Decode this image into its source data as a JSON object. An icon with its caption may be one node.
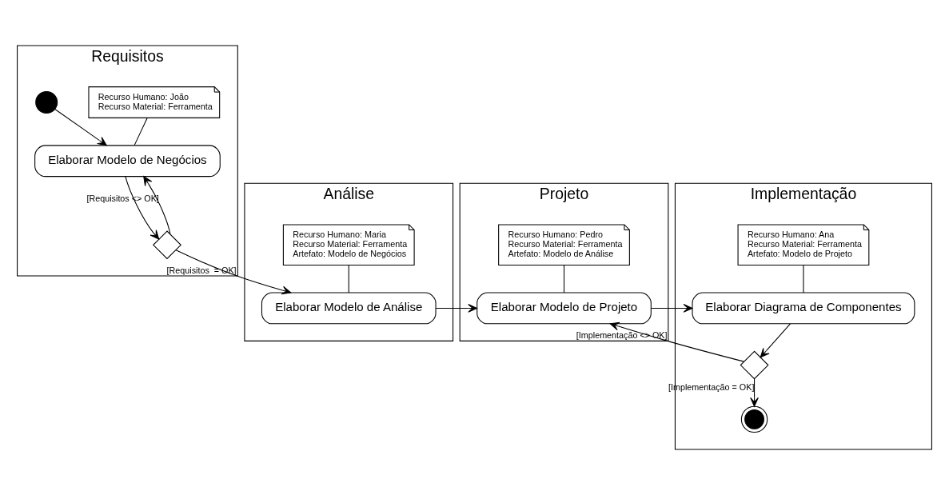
{
  "diagram": {
    "nodes": [
      {
        "text": [
          "Requisitos"
        ]
      },
      {
        "text": [
          "Análise"
        ]
      },
      {
        "text": [
          "Projeto"
        ]
      },
      {
        "text": [
          "Implementação"
        ]
      },
      {
        "text": [
          "Recurso Humano: João",
          "Recurso Material: Ferramenta"
        ],
        "in": 0
      },
      {
        "text": [],
        "shape": "circle",
        "in": 0
      },
      {
        "text": [
          "Elaborar Modelo de Negócios"
        ],
        "in": 0
      },
      {
        "text": [],
        "shape": "diamond",
        "in": 0
      },
      {
        "text": [
          "Recurso Humano: Maria",
          "Recurso Material: Ferramenta",
          "Artefato: Modelo de Negócios"
        ],
        "in": 1
      },
      {
        "text": [
          "Elaborar Modelo de Análise"
        ],
        "in": 1
      },
      {
        "text": [
          "Recurso Humano: Pedro",
          "Recurso Material: Ferramenta",
          "Artefato: Modelo de Análise"
        ],
        "in": 2
      },
      {
        "text": [
          "Elaborar Modelo de Projeto"
        ],
        "in": 2
      },
      {
        "text": [
          "Recurso Humano: Ana",
          "Recurso Material: Ferramenta",
          "Artefato: Modelo de Projeto"
        ],
        "in": 3
      },
      {
        "text": [
          "Elaborar Diagrama de Componentes"
        ],
        "in": 3
      },
      {
        "text": [],
        "shape": "diamond",
        "in": 3
      },
      {
        "text": [],
        "shape": "bullseye",
        "in": 3
      }
    ],
    "edges": [
      {
        "from": 5,
        "to": 6,
        "arrow": "to"
      },
      {
        "from": 4,
        "to": 6,
        "arrow": "none"
      },
      {
        "from": 6,
        "to": 7,
        "arrow": "to"
      },
      {
        "from": 7,
        "to": 6,
        "arrow": "to",
        "label": "[Requisitos <> OK]"
      },
      {
        "from": 7,
        "to": 9,
        "arrow": "to",
        "label": "[Requisitos  = OK]"
      },
      {
        "from": 8,
        "to": 9,
        "arrow": "none"
      },
      {
        "from": 9,
        "to": 11,
        "arrow": "to"
      },
      {
        "from": 10,
        "to": 11,
        "arrow": "none"
      },
      {
        "from": 11,
        "to": 13,
        "arrow": "to"
      },
      {
        "from": 12,
        "to": 13,
        "arrow": "none"
      },
      {
        "from": 13,
        "to": 14,
        "arrow": "to"
      },
      {
        "from": 14,
        "to": 11,
        "arrow": "to",
        "label": "[Implementação <> OK]"
      },
      {
        "from": 14,
        "to": 15,
        "arrow": "to",
        "label": "[Implementação = OK]"
      }
    ]
  }
}
